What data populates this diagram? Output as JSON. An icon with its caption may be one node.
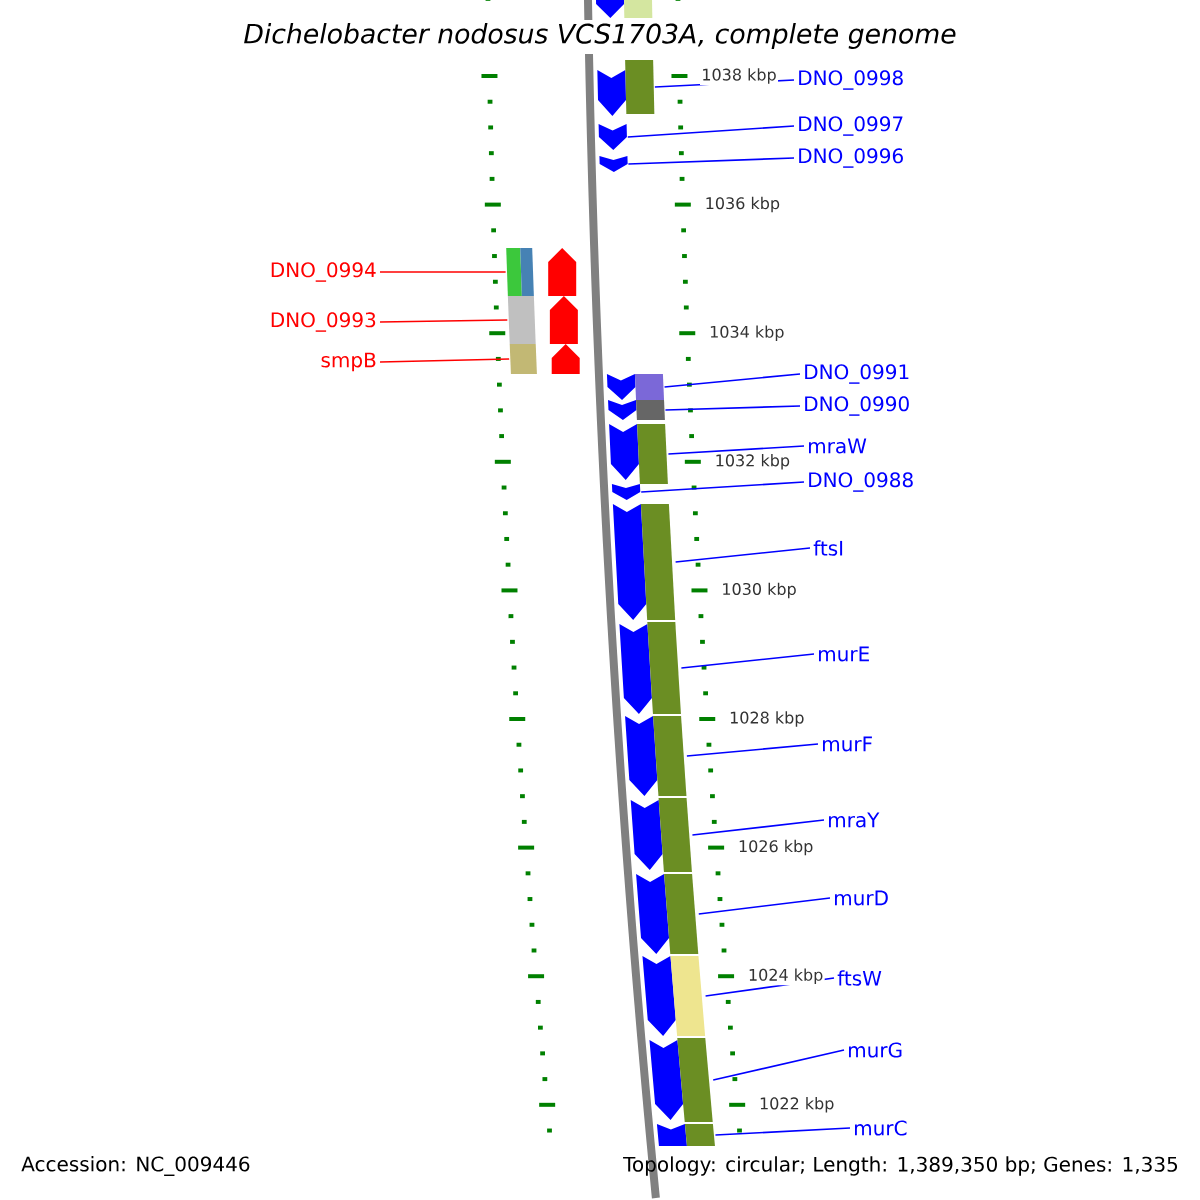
{
  "diagram": {
    "title": "Dichelobacter nodosus VCS1703A, complete genome",
    "nodes": [
      {
        "text": [
          "DNO_0998"
        ]
      },
      {
        "text": [
          "DNO_0997"
        ]
      },
      {
        "text": [
          "DNO_0996"
        ]
      },
      {
        "text": [
          "DNO_0994"
        ]
      },
      {
        "text": [
          "DNO_0993"
        ]
      },
      {
        "text": [
          "smpB"
        ]
      },
      {
        "text": [
          "DNO_0991"
        ]
      },
      {
        "text": [
          "DNO_0990"
        ]
      },
      {
        "text": [
          "mraW"
        ]
      },
      {
        "text": [
          "DNO_0988"
        ]
      },
      {
        "text": [
          "ftsI"
        ]
      },
      {
        "text": [
          "murE"
        ]
      },
      {
        "text": [
          "murF"
        ]
      },
      {
        "text": [
          "mraY"
        ]
      },
      {
        "text": [
          "murD"
        ]
      },
      {
        "text": [
          "ftsW"
        ]
      },
      {
        "text": [
          "murG"
        ]
      },
      {
        "text": [
          "murC"
        ]
      },
      {
        "text": [],
        "shape": "box"
      },
      {
        "text": [],
        "shape": "pentagon"
      },
      {
        "text": [],
        "shape": "pentagon"
      },
      {
        "text": [],
        "shape": "box"
      },
      {
        "text": [],
        "shape": "box"
      },
      {
        "text": [],
        "shape": "box"
      },
      {
        "text": [],
        "shape": "box"
      },
      {
        "text": [],
        "shape": "box"
      },
      {
        "text": [],
        "shape": "box"
      },
      {
        "text": [],
        "shape": "pentagon"
      },
      {
        "text": [],
        "shape": "box"
      },
      {
        "text": [],
        "shape": "box"
      },
      {
        "text": [],
        "shape": "box"
      },
      {
        "text": [],
        "shape": "box"
      },
      {
        "text": [],
        "shape": "box"
      },
      {
        "text": [],
        "shape": "box"
      },
      {
        "text": [],
        "shape": "box"
      },
      {
        "text": [],
        "shape": "box"
      }
    ],
    "edges": [
      {
        "from": 0,
        "to": 18,
        "arrow": "none"
      },
      {
        "from": 1,
        "to": 19,
        "arrow": "none"
      },
      {
        "from": 2,
        "to": 20,
        "arrow": "none"
      },
      {
        "from": 3,
        "to": 21,
        "arrow": "none",
        "color": "#ff0000"
      },
      {
        "from": 4,
        "to": 22,
        "arrow": "none",
        "color": "#ff0000"
      },
      {
        "from": 5,
        "to": 23,
        "arrow": "none",
        "color": "#ff0000"
      },
      {
        "from": 6,
        "to": 24,
        "arrow": "none"
      },
      {
        "from": 7,
        "to": 25,
        "arrow": "none"
      },
      {
        "from": 8,
        "to": 26,
        "arrow": "none"
      },
      {
        "from": 9,
        "to": 27,
        "arrow": "none"
      },
      {
        "from": 10,
        "to": 28,
        "arrow": "none"
      },
      {
        "from": 11,
        "to": 29,
        "arrow": "none"
      },
      {
        "from": 12,
        "to": 30,
        "arrow": "none"
      },
      {
        "from": 13,
        "to": 31,
        "arrow": "none"
      },
      {
        "from": 14,
        "to": 32,
        "arrow": "none"
      },
      {
        "from": 15,
        "to": 33,
        "arrow": "none"
      },
      {
        "from": 16,
        "to": 34,
        "arrow": "none"
      },
      {
        "from": 17,
        "to": 35,
        "arrow": "none"
      }
    ],
    "labels": [
      "1038 kbp",
      "1036 kbp",
      "1034 kbp",
      "1032 kbp",
      "1030 kbp",
      "1028 kbp",
      "1026 kbp",
      "1024 kbp",
      "1022 kbp",
      "Accession: NC_009446",
      "Topology: circular; Length: 1,389,350 bp; Genes: 1,335"
    ]
  }
}
